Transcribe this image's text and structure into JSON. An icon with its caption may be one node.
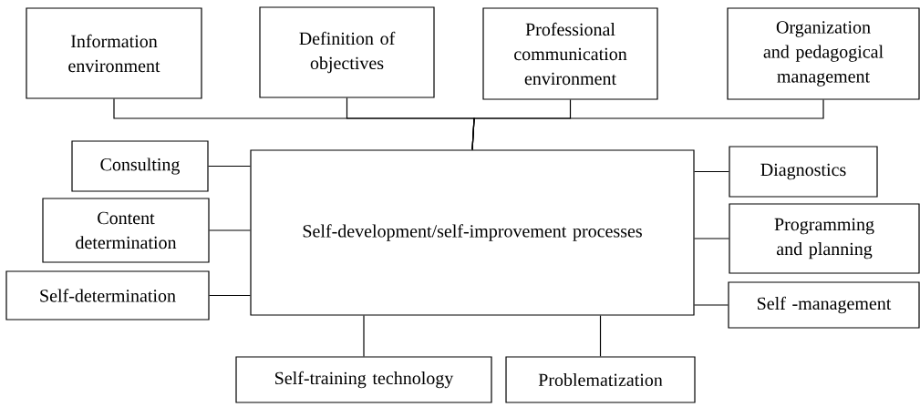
{
  "diagram": {
    "nodes": [
      {
        "text": [
          "Information environment"
        ]
      },
      {
        "text": [
          "Definition of objectives"
        ]
      },
      {
        "text": [
          "Professional communication environment"
        ]
      },
      {
        "text": [
          "Organization and pedagogical management"
        ]
      },
      {
        "text": [
          "Consulting"
        ]
      },
      {
        "text": [
          "Content determination"
        ]
      },
      {
        "text": [
          "Self-determination"
        ]
      },
      {
        "text": [
          "Self-development/self-improvement processes"
        ]
      },
      {
        "text": [
          "Diagnostics"
        ]
      },
      {
        "text": [
          "Programming and planning"
        ]
      },
      {
        "text": [
          "Self -management"
        ]
      },
      {
        "text": [
          "Self-training technology"
        ]
      },
      {
        "text": [
          "Problematization"
        ]
      }
    ],
    "edges": [
      {
        "from": 0,
        "to": 7,
        "arrow": "none"
      },
      {
        "from": 1,
        "to": 7,
        "arrow": "none"
      },
      {
        "from": 2,
        "to": 7,
        "arrow": "none"
      },
      {
        "from": 3,
        "to": 7,
        "arrow": "none"
      },
      {
        "from": 4,
        "to": 7,
        "arrow": "none"
      },
      {
        "from": 5,
        "to": 7,
        "arrow": "none"
      },
      {
        "from": 6,
        "to": 7,
        "arrow": "none"
      },
      {
        "from": 7,
        "to": 8,
        "arrow": "none"
      },
      {
        "from": 7,
        "to": 9,
        "arrow": "none"
      },
      {
        "from": 7,
        "to": 10,
        "arrow": "none"
      },
      {
        "from": 7,
        "to": 11,
        "arrow": "none"
      },
      {
        "from": 7,
        "to": 12,
        "arrow": "none"
      }
    ]
  }
}
